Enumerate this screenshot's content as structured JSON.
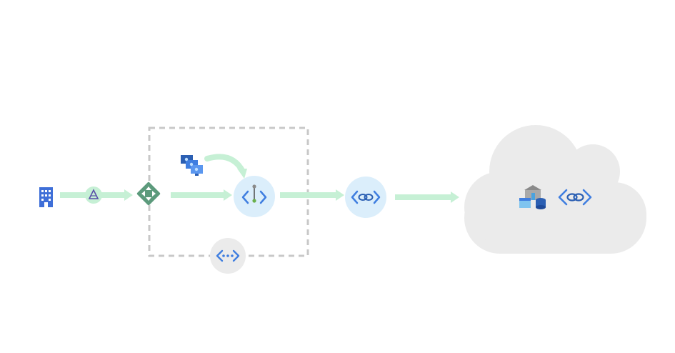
{
  "diagram": {
    "nodes": [
      {
        "id": "on-premises",
        "icon": "building-icon"
      },
      {
        "id": "gateway-link",
        "icon": "gateway-icon"
      },
      {
        "id": "router",
        "icon": "router-icon"
      },
      {
        "id": "virtual-machines",
        "icon": "vm-stack-icon"
      },
      {
        "id": "vnet-endpoint",
        "icon": "code-pin-icon"
      },
      {
        "id": "vnet",
        "icon": "code-dots-icon"
      },
      {
        "id": "private-link",
        "icon": "link-brackets-icon"
      },
      {
        "id": "cloud-storage",
        "icon": "storage-building-icon"
      },
      {
        "id": "cloud-private-link",
        "icon": "link-brackets-icon"
      }
    ],
    "colors": {
      "arrow": "#c6f0d5",
      "node_blue_bg": "#dbeefb",
      "node_grey_bg": "#ebebeb",
      "cloud": "#ebebeb",
      "dashed_border": "#c8c8c8",
      "icon_blue": "#3f7ee0",
      "icon_dark_blue": "#2b5fb3",
      "router": "#5c9a7c"
    }
  }
}
